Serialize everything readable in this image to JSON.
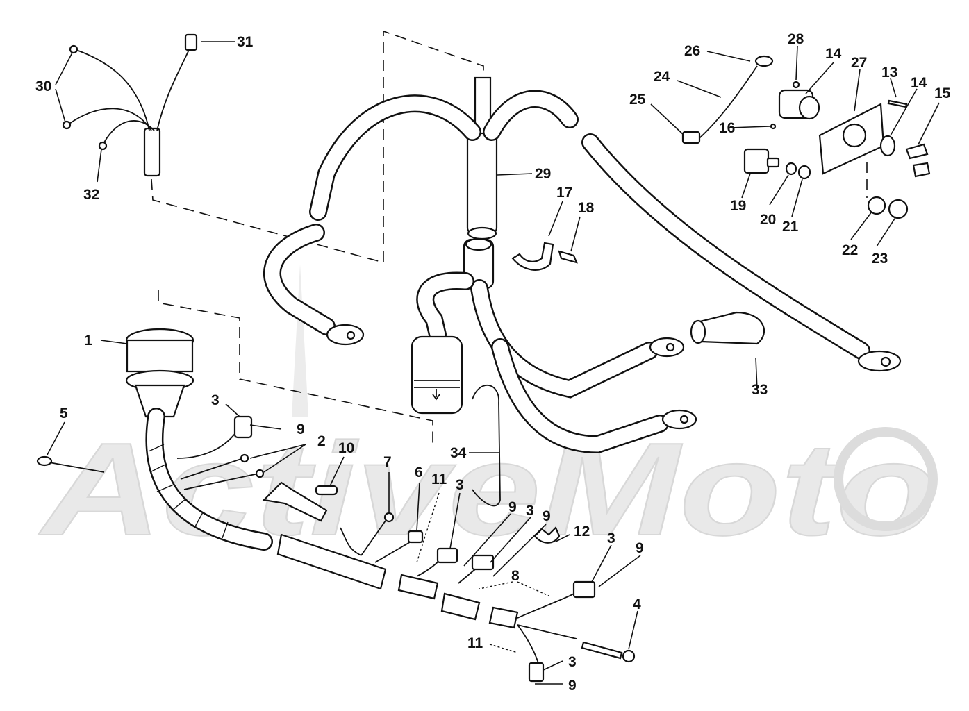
{
  "watermark": {
    "text": "ActiveMoto"
  },
  "callouts": [
    {
      "id": "c1",
      "label": "1"
    },
    {
      "id": "c2",
      "label": "2"
    },
    {
      "id": "c3a",
      "label": "3"
    },
    {
      "id": "c3b",
      "label": "3"
    },
    {
      "id": "c3c",
      "label": "3"
    },
    {
      "id": "c3d",
      "label": "3"
    },
    {
      "id": "c3e",
      "label": "3"
    },
    {
      "id": "c4",
      "label": "4"
    },
    {
      "id": "c5",
      "label": "5"
    },
    {
      "id": "c6",
      "label": "6"
    },
    {
      "id": "c7",
      "label": "7"
    },
    {
      "id": "c8",
      "label": "8"
    },
    {
      "id": "c9a",
      "label": "9"
    },
    {
      "id": "c9b",
      "label": "9"
    },
    {
      "id": "c9c",
      "label": "9"
    },
    {
      "id": "c9d",
      "label": "9"
    },
    {
      "id": "c9e",
      "label": "9"
    },
    {
      "id": "c10",
      "label": "10"
    },
    {
      "id": "c11a",
      "label": "11"
    },
    {
      "id": "c11b",
      "label": "11"
    },
    {
      "id": "c12",
      "label": "12"
    },
    {
      "id": "c13",
      "label": "13"
    },
    {
      "id": "c14a",
      "label": "14"
    },
    {
      "id": "c14b",
      "label": "14"
    },
    {
      "id": "c15",
      "label": "15"
    },
    {
      "id": "c16",
      "label": "16"
    },
    {
      "id": "c17",
      "label": "17"
    },
    {
      "id": "c18",
      "label": "18"
    },
    {
      "id": "c19",
      "label": "19"
    },
    {
      "id": "c20",
      "label": "20"
    },
    {
      "id": "c21",
      "label": "21"
    },
    {
      "id": "c22",
      "label": "22"
    },
    {
      "id": "c23",
      "label": "23"
    },
    {
      "id": "c24",
      "label": "24"
    },
    {
      "id": "c25",
      "label": "25"
    },
    {
      "id": "c26",
      "label": "26"
    },
    {
      "id": "c27",
      "label": "27"
    },
    {
      "id": "c28",
      "label": "28"
    },
    {
      "id": "c29",
      "label": "29"
    },
    {
      "id": "c30",
      "label": "30"
    },
    {
      "id": "c31",
      "label": "31"
    },
    {
      "id": "c32",
      "label": "32"
    },
    {
      "id": "c33",
      "label": "33"
    },
    {
      "id": "c34",
      "label": "34"
    }
  ]
}
